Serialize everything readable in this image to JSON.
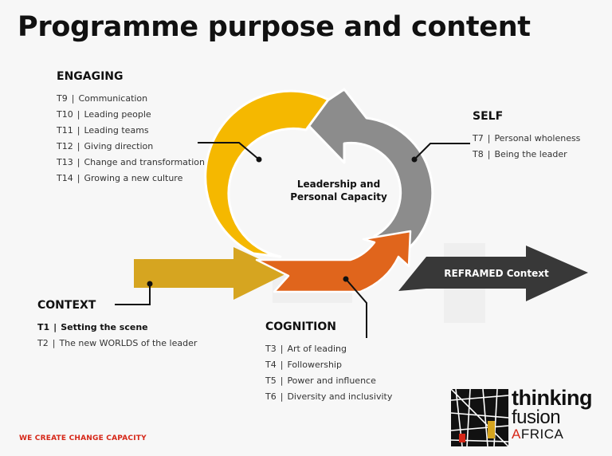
{
  "title": "Programme purpose and content",
  "center_label_line1": "Leadership and",
  "center_label_line2": "Personal Capacity",
  "reframed_label": "REFRAMED Context",
  "engaging": {
    "title": "ENGAGING",
    "items": [
      {
        "code": "T9",
        "label": "Communication"
      },
      {
        "code": "T10",
        "label": "Leading people"
      },
      {
        "code": "T11",
        "label": "Leading teams"
      },
      {
        "code": "T12",
        "label": "Giving direction"
      },
      {
        "code": "T13",
        "label": "Change and transformation"
      },
      {
        "code": "T14",
        "label": "Growing a new culture"
      }
    ]
  },
  "self": {
    "title": "SELF",
    "items": [
      {
        "code": "T7",
        "label": "Personal wholeness"
      },
      {
        "code": "T8",
        "label": "Being the leader"
      }
    ]
  },
  "context": {
    "title": "CONTEXT",
    "items": [
      {
        "code": "T1",
        "label": "Setting the scene"
      },
      {
        "code": "T2",
        "label": "The new WORLDS of the leader"
      }
    ]
  },
  "cognition": {
    "title": "COGNITION",
    "items": [
      {
        "code": "T3",
        "label": "Art of leading"
      },
      {
        "code": "T4",
        "label": "Followership"
      },
      {
        "code": "T5",
        "label": "Power and influence"
      },
      {
        "code": "T6",
        "label": "Diversity and inclusivity"
      }
    ]
  },
  "tagline": "WE CREATE CHANGE CAPACITY",
  "logo": {
    "line1": "thinking",
    "line2": "fusion",
    "line3_a": "A",
    "line3_rest": "FRICA"
  },
  "colors": {
    "engaging_arrow": "#f5b800",
    "self_arrow": "#8c8c8c",
    "context_arrow": "#d6a520",
    "cognition_arrow": "#e0651c",
    "reframed_arrow": "#383838",
    "tagline": "#d62718"
  }
}
